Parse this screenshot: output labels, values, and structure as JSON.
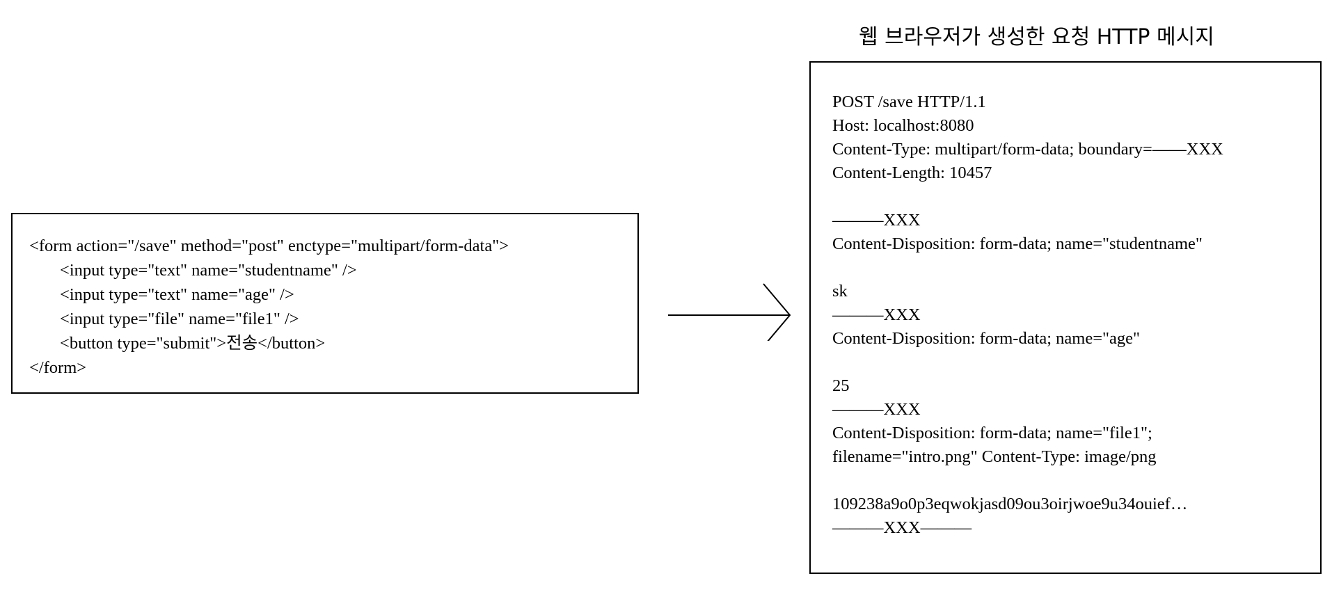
{
  "form_code": {
    "lines": [
      "<form action=\"/save\" method=\"post\" enctype=\"multipart/form-data\">",
      "<input type=\"text\" name=\"studentname\" />",
      "<input type=\"text\" name=\"age\" />",
      "<input type=\"file\" name=\"file1\" />",
      "<button type=\"submit\">전송</button>",
      "</form>"
    ]
  },
  "http_message": {
    "title": "웹 브라우저가 생성한 요청 HTTP 메시지",
    "lines": [
      "POST /save HTTP/1.1",
      "Host: localhost:8080",
      "Content-Type: multipart/form-data; boundary=——XXX",
      "Content-Length: 10457",
      "",
      "———XXX",
      "Content-Disposition: form-data; name=\"studentname\"",
      "",
      "sk",
      "———XXX",
      "Content-Disposition: form-data; name=\"age\"",
      "",
      "25",
      "———XXX",
      "Content-Disposition: form-data; name=\"file1\";",
      "filename=\"intro.png\" Content-Type: image/png",
      "",
      "109238a9o0p3eqwokjasd09ou3oirjwoe9u34ouief…",
      "———XXX———"
    ]
  }
}
